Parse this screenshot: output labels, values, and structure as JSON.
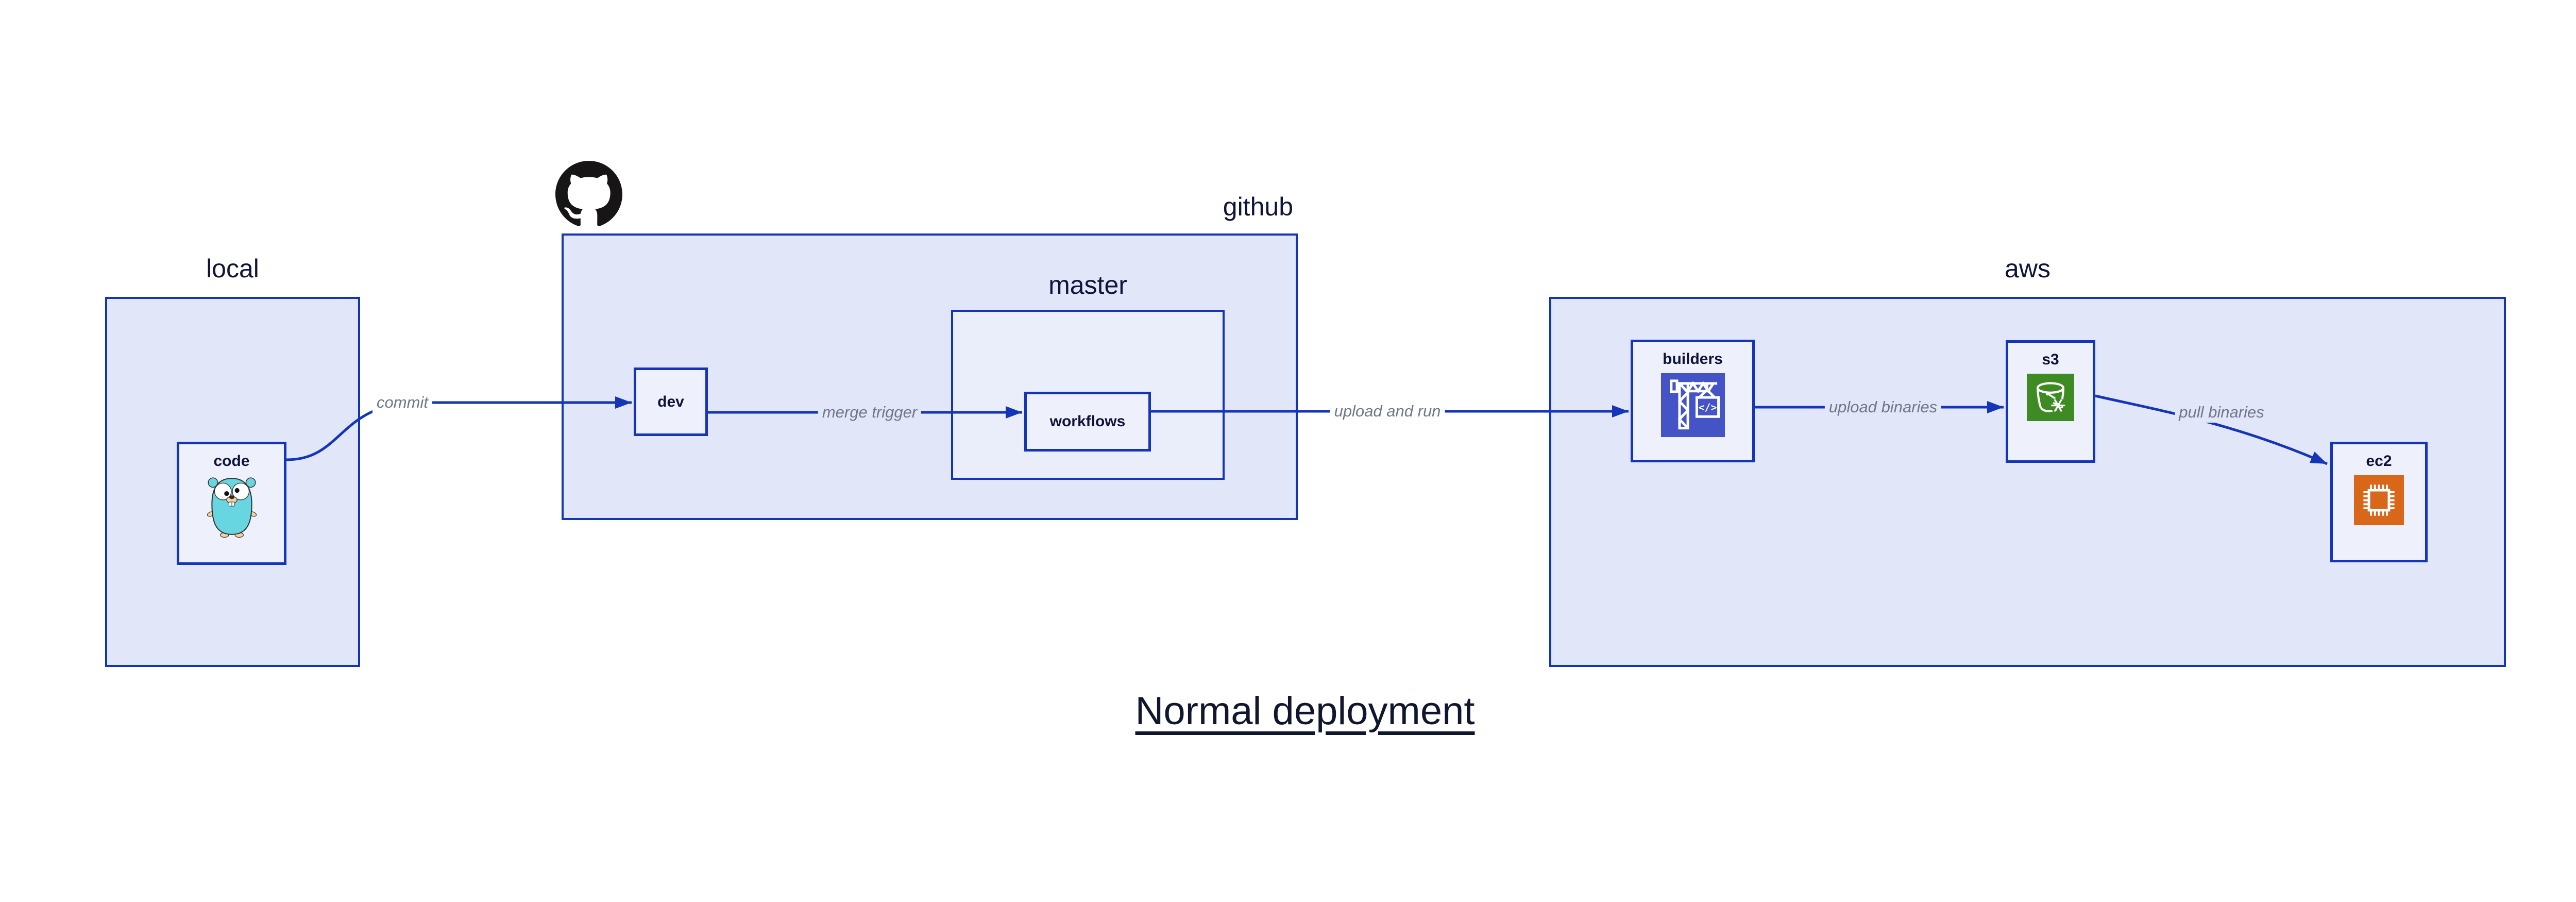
{
  "title": {
    "text": "Normal deployment"
  },
  "containers": {
    "local": {
      "label": "local"
    },
    "github": {
      "label": "github"
    },
    "master": {
      "label": "master"
    },
    "aws": {
      "label": "aws"
    }
  },
  "nodes": {
    "code": {
      "label": "code",
      "icon": "go-gopher"
    },
    "dev": {
      "label": "dev"
    },
    "workflows": {
      "label": "workflows"
    },
    "builders": {
      "label": "builders",
      "icon": "aws-codebuild-crane"
    },
    "s3": {
      "label": "s3",
      "icon": "aws-s3-glacier-bucket-snowflake"
    },
    "ec2": {
      "label": "ec2",
      "icon": "aws-ec2-chip"
    }
  },
  "edges": [
    {
      "from": "code",
      "to": "dev",
      "label": "commit"
    },
    {
      "from": "dev",
      "to": "workflows",
      "label": "merge trigger"
    },
    {
      "from": "workflows",
      "to": "builders",
      "label": "upload and run"
    },
    {
      "from": "builders",
      "to": "s3",
      "label": "upload binaries"
    },
    {
      "from": "s3",
      "to": "ec2",
      "label": "pull binaries"
    }
  ],
  "icons": {
    "github_logo": "octocat"
  },
  "colors": {
    "edge_blue": "#1435b8",
    "container_fill": "#e1e6f9",
    "subgraph_fill": "#eaeefb",
    "node_fill": "#eef1fc",
    "label_gray": "#6e7687",
    "text_navy": "#10143a",
    "codebuild_indigo": "#4453c6",
    "s3_green": "#3e8b24",
    "ec2_orange": "#d9671a",
    "octocat_black": "#171515",
    "gopher_teal": "#67d6e0",
    "gopher_tan": "#f6d2a2"
  }
}
